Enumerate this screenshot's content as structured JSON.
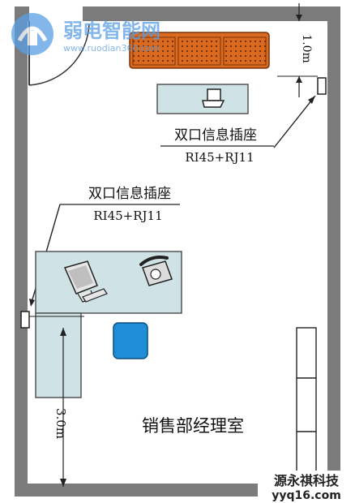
{
  "watermark_top": {
    "title": "弱电智能网",
    "url": "www.ruodian360.com"
  },
  "watermark_bottom": {
    "title": "源永祺科技",
    "url": "yyq16.com"
  },
  "room": {
    "name": "销售部经理室"
  },
  "socket_top": {
    "label": "双口信息插座",
    "spec": "RI45+RJ11",
    "distance": "1.0m"
  },
  "socket_left": {
    "label": "双口信息插座",
    "spec": "RI45+RJ11",
    "distance": "3.0m"
  },
  "colors": {
    "wall": "#7b7b7b",
    "floor": "#ffffff",
    "desk": "#cfe3e6",
    "sofa": "#d96a1f",
    "chair": "#1e8fd6",
    "watermark": "#5aa0e6"
  }
}
